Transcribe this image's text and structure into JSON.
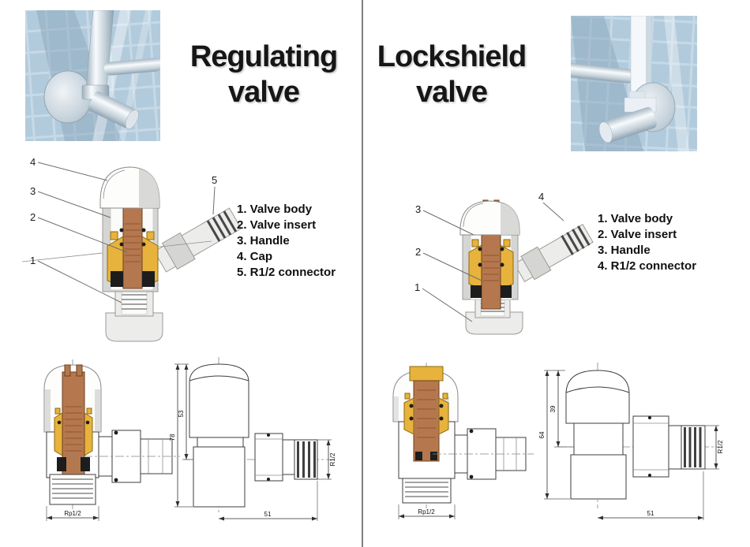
{
  "left": {
    "title": "Regulating valve",
    "callouts": [
      "4",
      "3",
      "2",
      "1",
      "5"
    ],
    "legend": [
      "1. Valve body",
      "2. Valve insert",
      "3. Handle",
      "4. Cap",
      "5. R1/2 connector"
    ],
    "dims": {
      "overall_height": "78",
      "cap_height": "53",
      "length": "51",
      "outlet_thread": "R1/2",
      "inlet_thread": "Rp1/2"
    }
  },
  "right": {
    "title": "Lockshield valve",
    "callouts": [
      "3",
      "2",
      "1",
      "4"
    ],
    "legend": [
      "1. Valve body",
      "2. Valve insert",
      "3. Handle",
      "4. R1/2 connector"
    ],
    "dims": {
      "overall_height": "64",
      "cap_height": "39",
      "length": "51",
      "outlet_thread": "R1/2",
      "inlet_thread": "Rp1/2"
    }
  },
  "colors": {
    "copper": "#b5784e",
    "gold": "#e7b33c",
    "body_gray": "#d9d9d7",
    "divider_gray": "#7f7f7f",
    "photo_tile_blue": "#b6cddd",
    "line": "#3d3d3d"
  }
}
